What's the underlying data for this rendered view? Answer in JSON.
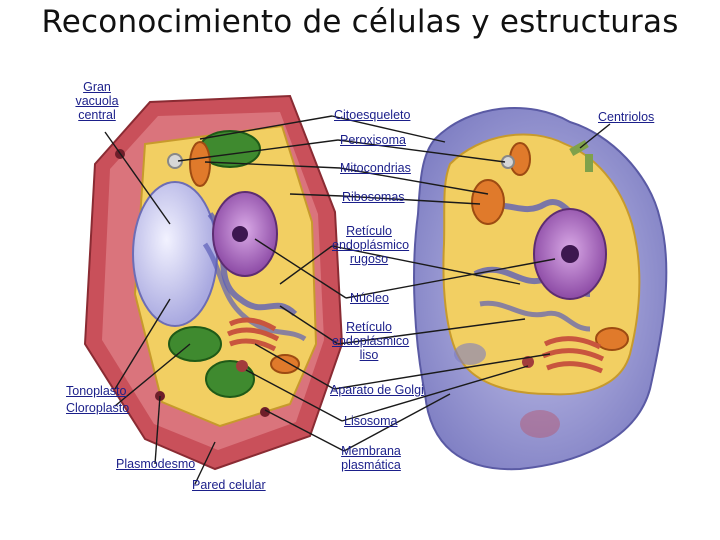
{
  "title": "Reconocimiento de células y estructuras",
  "labels": {
    "gran_vacuola": "Gran vacuola central",
    "citoesqueleto": "Citoesqueleto",
    "peroxisoma": "Peroxisoma",
    "mitocondrias": "Mitocondrias",
    "ribosomas": "Ribosomas",
    "reticulo_rugoso": "Retículo endoplásmico rugoso",
    "nucleo": "Núcleo",
    "reticulo_liso": "Retículo endoplásmico liso",
    "golgi": "Aparato de Golgi",
    "lisosoma": "Lisosoma",
    "membrana": "Membrana plasmática",
    "tonoplasto": "Tonoplasto",
    "cloroplasto": "Cloroplasto",
    "plasmodesmo": "Plasmodesmo",
    "pared": "Pared celular",
    "centriolos": "Centriolos"
  }
}
